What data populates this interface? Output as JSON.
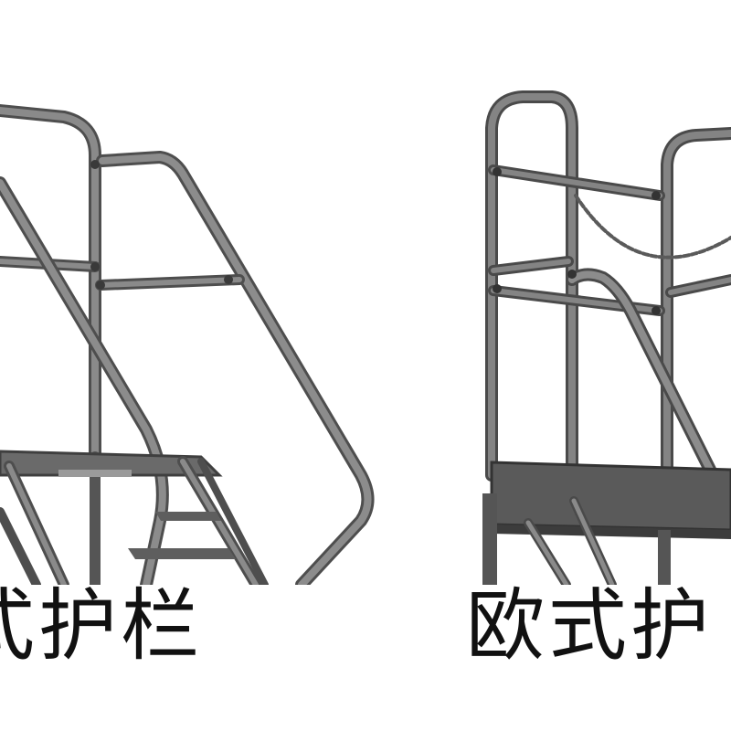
{
  "images": {
    "left": {
      "subject": "ladder-platform-with-guardrail",
      "color": "#7a7a7a",
      "caption": "式护栏"
    },
    "right": {
      "subject": "ladder-platform-with-chain-guardrail",
      "color": "#6e6e6e",
      "caption": "欧式护"
    }
  },
  "colors": {
    "background": "#ffffff",
    "metal": "#7c7c7c",
    "metal_dark": "#4a4a4a",
    "platform": "#5c5c5c",
    "text": "#111111"
  }
}
